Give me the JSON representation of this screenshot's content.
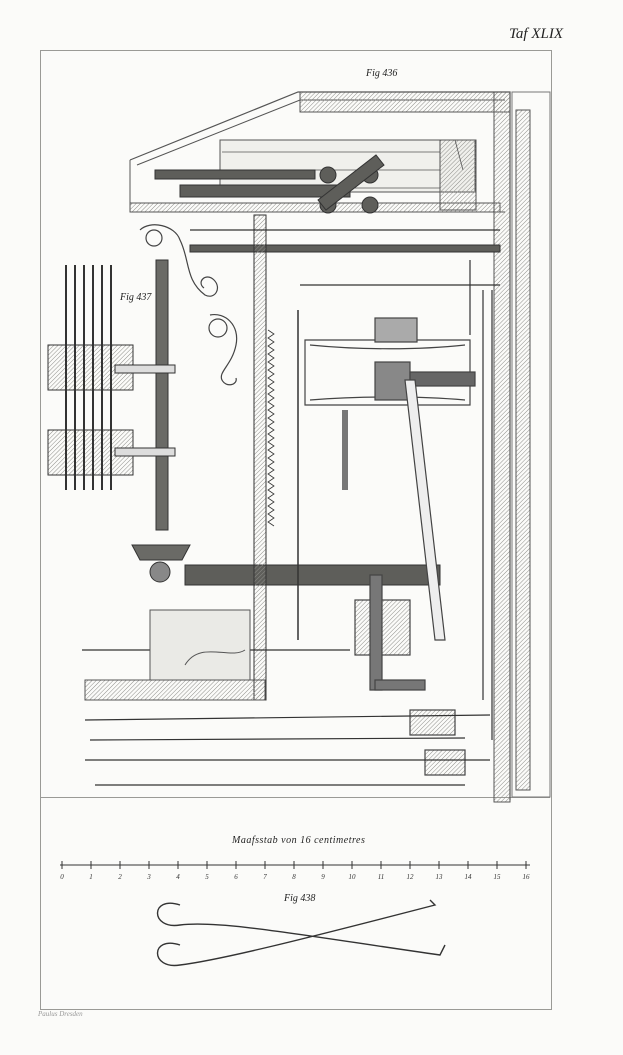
{
  "plate_title": "Taf XLIX",
  "figures": {
    "fig436": "Fig 436",
    "fig437": "Fig 437",
    "fig438": "Fig 438"
  },
  "scale": {
    "title": "Maafsstab von 16 centimetres",
    "ticks": [
      "0",
      "1",
      "2",
      "3",
      "4",
      "5",
      "6",
      "7",
      "8",
      "9",
      "10",
      "11",
      "12",
      "13",
      "14",
      "15",
      "16"
    ]
  },
  "credit": "Paulus Dresden"
}
